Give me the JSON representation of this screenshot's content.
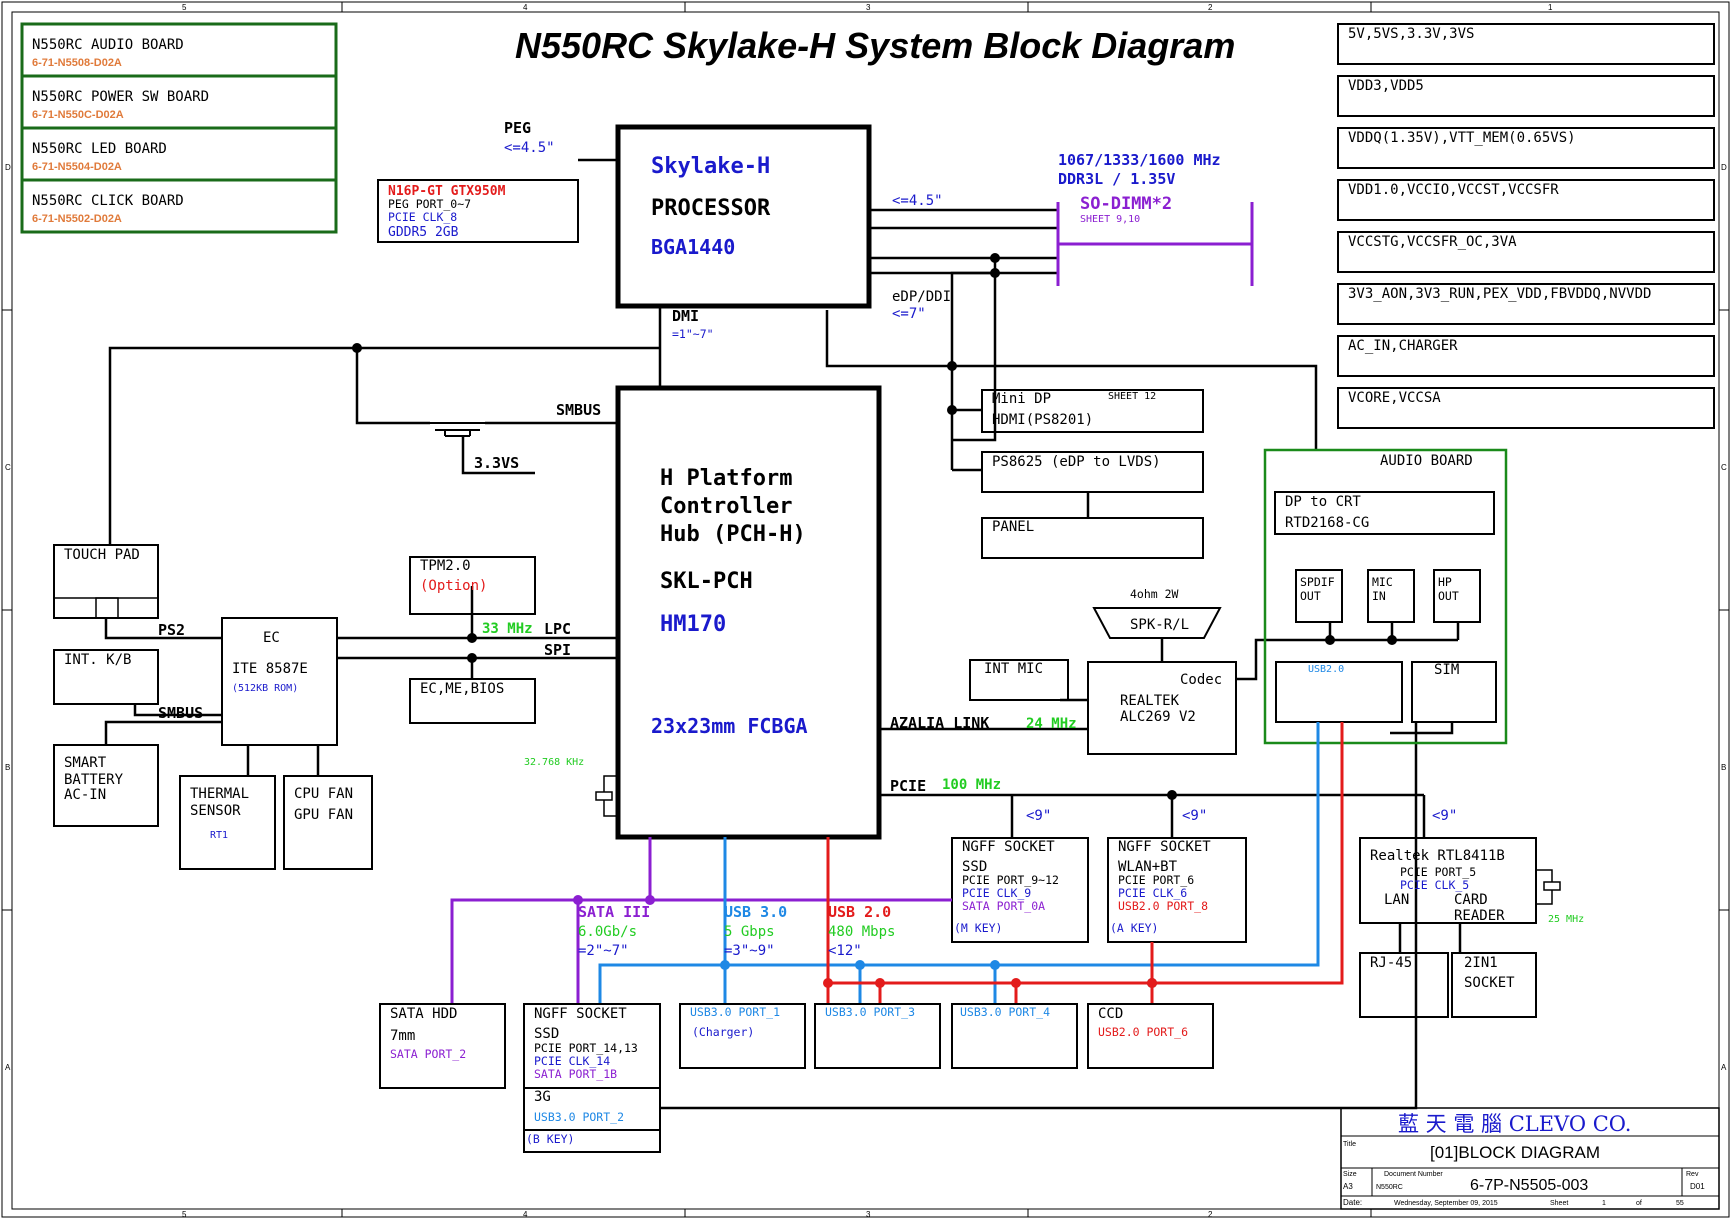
{
  "title": "N550RC  Skylake-H System Block Diagram",
  "frame": {
    "cols": [
      "5",
      "4",
      "3",
      "2",
      "1"
    ],
    "rows": [
      "D",
      "C",
      "B",
      "A"
    ]
  },
  "boards": [
    {
      "name": "N550RC AUDIO BOARD",
      "part": "6-71-N5508-D02A"
    },
    {
      "name": "N550RC POWER SW BOARD",
      "part": "6-71-N550C-D02A"
    },
    {
      "name": "N550RC LED BOARD",
      "part": "6-71-N5504-D02A"
    },
    {
      "name": "N550RC CLICK BOARD",
      "part": "6-71-N5502-D02A"
    }
  ],
  "power_rails": [
    "5V,5VS,3.3V,3VS",
    "VDD3,VDD5",
    "VDDQ(1.35V),VTT_MEM(0.65VS)",
    "VDD1.0,VCCIO,VCCST,VCCSFR",
    "VCCSTG,VCCSFR_OC,3VA",
    "3V3_AON,3V3_RUN,PEX_VDD,FBVDDQ,NVVDD",
    "AC_IN,CHARGER",
    "VCORE,VCCSA"
  ],
  "cpu": {
    "line1": "Skylake-H",
    "line2": "PROCESSOR",
    "line3": "BGA1440"
  },
  "peg": {
    "label": "PEG",
    "len": "<=4.5\""
  },
  "gpu": {
    "name": "N16P-GT  GTX950M",
    "l1": "PEG PORT_0~7",
    "l2": "PCIE CLK_8",
    "l3": "GDDR5  2GB"
  },
  "mem": {
    "freq": "1067/1333/1600 MHz",
    "type": "DDR3L / 1.35V",
    "name": "SO-DIMM*2",
    "sheet": "SHEET 9,10",
    "len": "<=4.5\""
  },
  "edp": {
    "label": "eDP/DDI",
    "len": "<=7\""
  },
  "dmi": {
    "label": "DMI",
    "len": "=1\"~7\""
  },
  "pch": {
    "l1": "H Platform",
    "l2": "Controller",
    "l3": "Hub (PCH-H)",
    "l4": "SKL-PCH",
    "l5": "HM170",
    "l6": "23x23mm FCBGA"
  },
  "smbus": "SMBUS",
  "v33": "3.3VS",
  "minidp": {
    "l1": "Mini DP",
    "sheet": "SHEET 12",
    "l2": "HDMI(PS8201)"
  },
  "ps8625": "PS8625 (eDP to LVDS)",
  "panel": "PANEL",
  "audio_board": {
    "title": "AUDIO BOARD",
    "crt1": "DP to CRT",
    "crt2": "RTD2168-CG",
    "spdif": [
      "SPDIF",
      "OUT"
    ],
    "mic": [
      "MIC",
      "IN"
    ],
    "hp": [
      "HP",
      "OUT"
    ],
    "usb": "USB2.0",
    "sim": "SIM"
  },
  "speaker": {
    "spec": "4ohm 2W",
    "label": "SPK-R/L"
  },
  "intmic": "INT MIC",
  "codec": {
    "l0": "Codec",
    "l1": "REALTEK",
    "l2": "ALC269 V2"
  },
  "azalia": {
    "label": "AZALIA LINK",
    "freq": "24 MHz"
  },
  "pcie": {
    "label": "PCIE",
    "freq": "100 MHz",
    "len": "<9\""
  },
  "touchpad": "TOUCH PAD",
  "ps2": "PS2",
  "ec": {
    "l1": "EC",
    "l2": "ITE 8587E",
    "l3": "(512KB ROM)"
  },
  "tpm": {
    "l1": "TPM2.0",
    "l2": "(Option)"
  },
  "lpc": {
    "freq": "33 MHz",
    "label": "LPC",
    "spi": "SPI"
  },
  "bios": "EC,ME,BIOS",
  "kb": "INT. K/B",
  "smbus2": "SMBUS",
  "battery": [
    "SMART",
    "BATTERY",
    "AC-IN"
  ],
  "thermal": {
    "l1": "THERMAL",
    "l2": "SENSOR",
    "l3": "RT1"
  },
  "fan": [
    "CPU FAN",
    "GPU FAN"
  ],
  "rtc": "32.768 KHz",
  "ngff_ssd": {
    "l1": "NGFF SOCKET",
    "l2": "SSD",
    "l3": "PCIE PORT_9~12",
    "l4": "PCIE CLK_9",
    "l5": "SATA PORT_0A",
    "l6": "(M KEY)"
  },
  "ngff_wlan": {
    "l1": "NGFF SOCKET",
    "l2": "WLAN+BT",
    "l3": "PCIE PORT_6",
    "l4": "PCIE CLK_6",
    "l5": "USB2.0 PORT_8",
    "l6": "(A KEY)"
  },
  "lan": {
    "l1": "Realtek RTL8411B",
    "l2": "PCIE PORT_5",
    "l3": "PCIE CLK_5",
    "l4": "LAN",
    "l5": "CARD",
    "l6": "READER",
    "freq": "25 MHz"
  },
  "rj45": "RJ-45",
  "twoin1": [
    "2IN1",
    "SOCKET"
  ],
  "sata": {
    "l1": "SATA III",
    "l2": "6.0Gb/s",
    "l3": "=2\"~7\""
  },
  "usb3": {
    "l1": "USB 3.0",
    "l2": "5 Gbps",
    "l3": "=3\"~9\""
  },
  "usb2": {
    "l1": "USB 2.0",
    "l2": "480 Mbps",
    "l3": "<12\""
  },
  "hdd": {
    "l1": "SATA HDD",
    "l2": "7mm",
    "l3": "SATA PORT_2"
  },
  "ngff_b": {
    "l1": "NGFF SOCKET",
    "l2": "SSD",
    "l3": "PCIE PORT_14,13",
    "l4": "PCIE CLK_14",
    "l5": "SATA PORT_1B",
    "l6": "3G",
    "l7": "USB3.0 PORT_2",
    "l8": "(B KEY)"
  },
  "usbp1": [
    "USB3.0 PORT_1",
    "(Charger)"
  ],
  "usbp3": "USB3.0 PORT_3",
  "usbp4": "USB3.0 PORT_4",
  "ccd": [
    "CCD",
    "USB2.0 PORT_6"
  ],
  "tb": {
    "company": "藍 天 電 腦   CLEVO CO.",
    "title_lbl": "Title",
    "title": "[01]BLOCK DIAGRAM",
    "size_lbl": "Size",
    "size": "A3",
    "doc_lbl": "Document Number",
    "model": "N550RC",
    "doc": "6-7P-N5505-003",
    "rev_lbl": "Rev",
    "rev": "D01",
    "date_lbl": "Date:",
    "date": "Wednesday, September 09, 2015",
    "sheet_lbl": "Sheet",
    "sheet": "1",
    "of_lbl": "of",
    "of": "55"
  },
  "colors": {
    "purple": "#8b1fd1",
    "blue": "#1e88e5",
    "red": "#e31b1b",
    "green": "#1a8a1a",
    "dblue": "#1a1acc",
    "orange": "#e07a3a",
    "lgreen": "#22cc22"
  }
}
